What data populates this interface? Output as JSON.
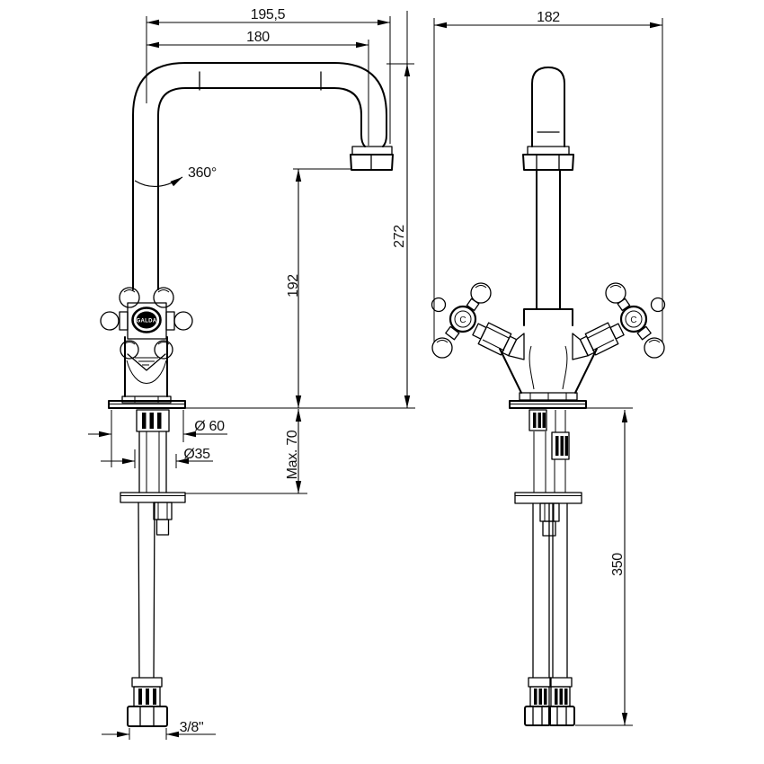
{
  "drawing": {
    "background": "#ffffff",
    "line_color": "#000000",
    "side_view": {
      "dim_overall_reach": "195,5",
      "dim_spout_reach": "180",
      "dim_swivel_angle": "360°",
      "dim_overall_height": "272",
      "dim_outlet_height": "192",
      "dim_base_diameter": "Ø 60",
      "dim_shank_diameter": "Ø35",
      "dim_max_deck_thickness": "Max. 70",
      "dim_hose_thread": "3/8\"",
      "handle_medallion_text": "GALDA"
    },
    "front_view": {
      "dim_overall_width": "182",
      "dim_hose_length": "350",
      "left_handle_letter": "C",
      "right_handle_letter": "C"
    }
  }
}
